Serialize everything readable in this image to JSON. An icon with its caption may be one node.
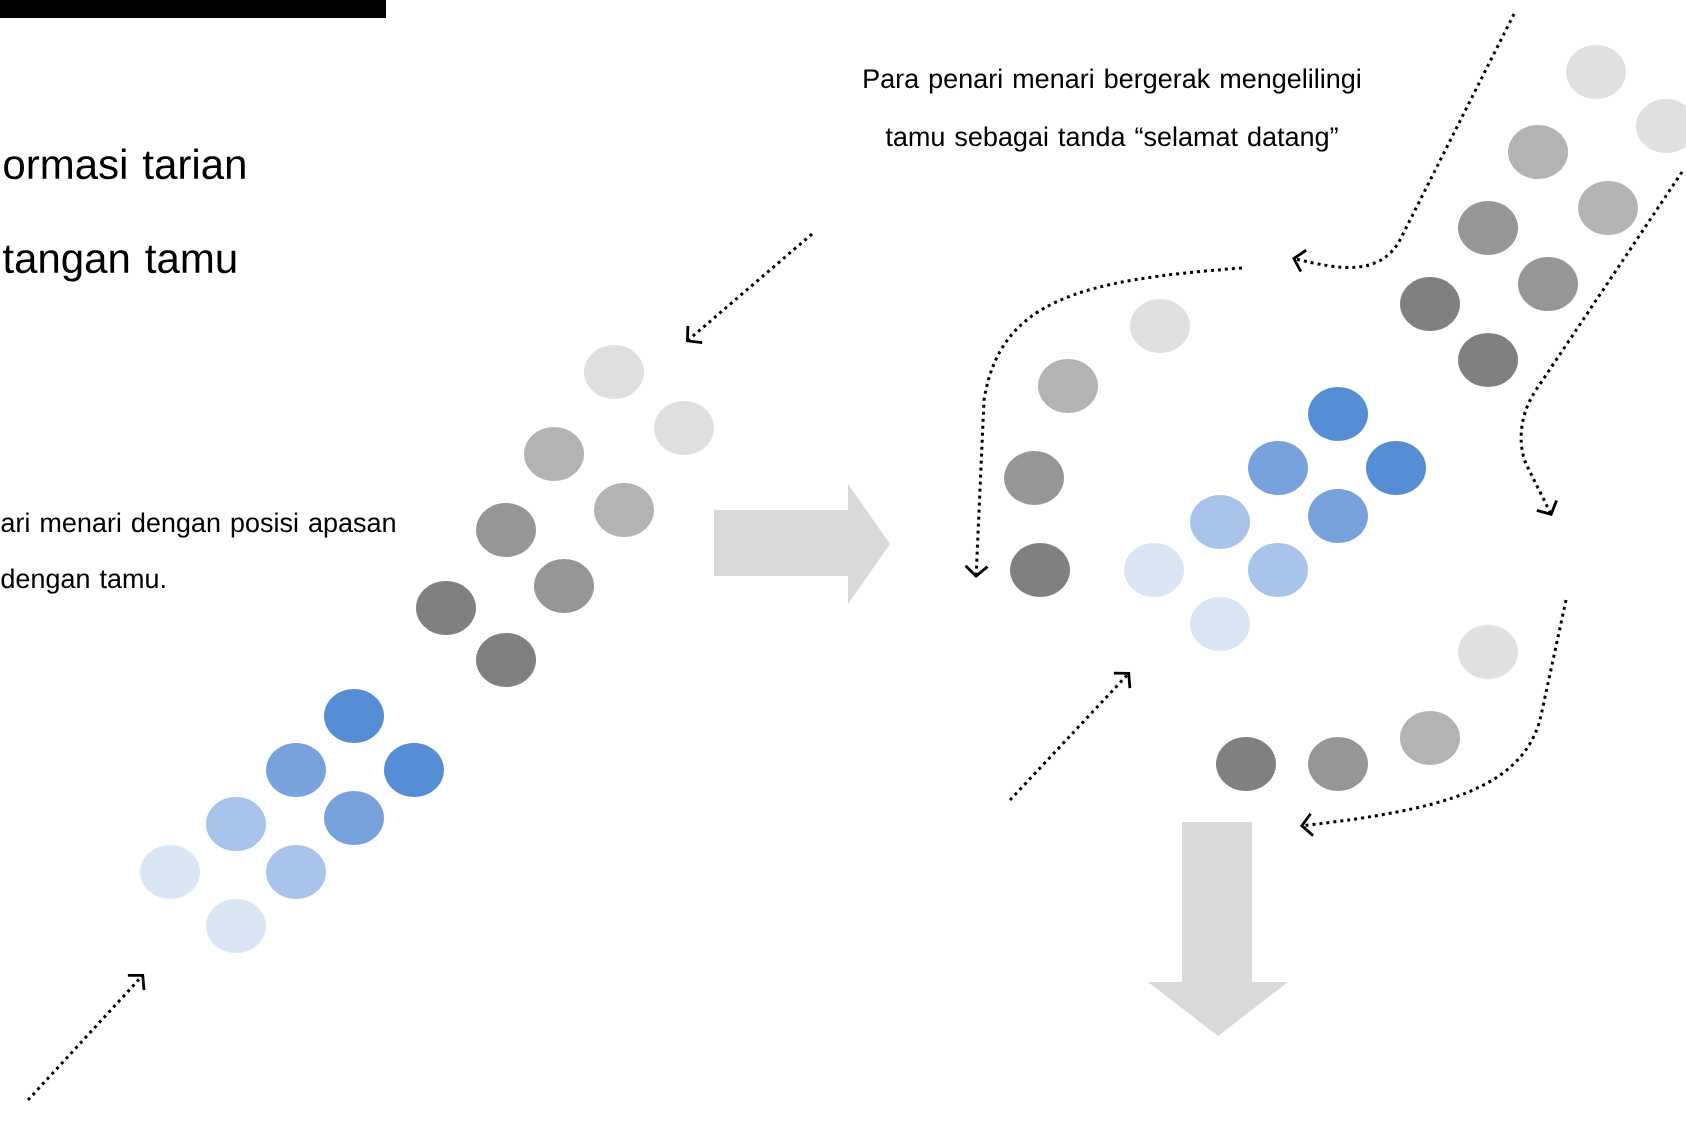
{
  "diagram": {
    "title": "ormasi tarian tangan tamu",
    "labels": [
      "ari menari dengan posisi apasan dengan tamu.",
      "Para penari menari bergerak mengelilingi tamu sebagai tanda “selamat datang”"
    ]
  }
}
